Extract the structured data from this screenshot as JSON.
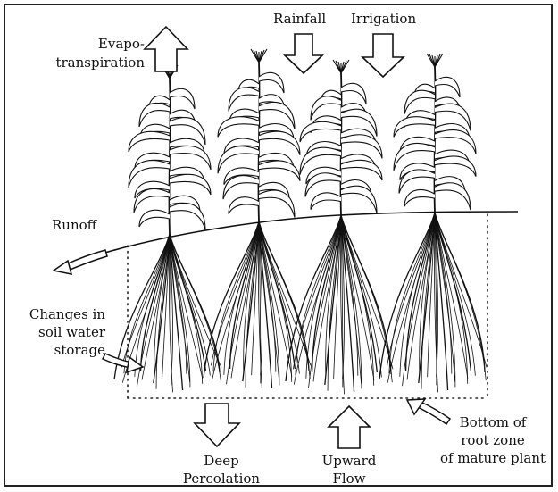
{
  "labels": {
    "evapo_line1": "Evapo-",
    "evapo_line2": "transpiration",
    "rainfall": "Rainfall",
    "irrigation": "Irrigation",
    "runoff": "Runoff",
    "storage_line1": "Changes in",
    "storage_line2": "soil water",
    "storage_line3": "storage",
    "deep_line1": "Deep",
    "deep_line2": "Percolation",
    "upward_line1": "Upward",
    "upward_line2": "Flow",
    "bottom_line1": "Bottom of",
    "bottom_line2": "root zone",
    "bottom_line3": "of mature plant"
  },
  "icons": {
    "up_arrow": "hollow-up-arrow-icon",
    "down_arrow": "hollow-down-arrow-icon",
    "curved_arrow": "curved-arrow-icon"
  },
  "plant_count": 4
}
